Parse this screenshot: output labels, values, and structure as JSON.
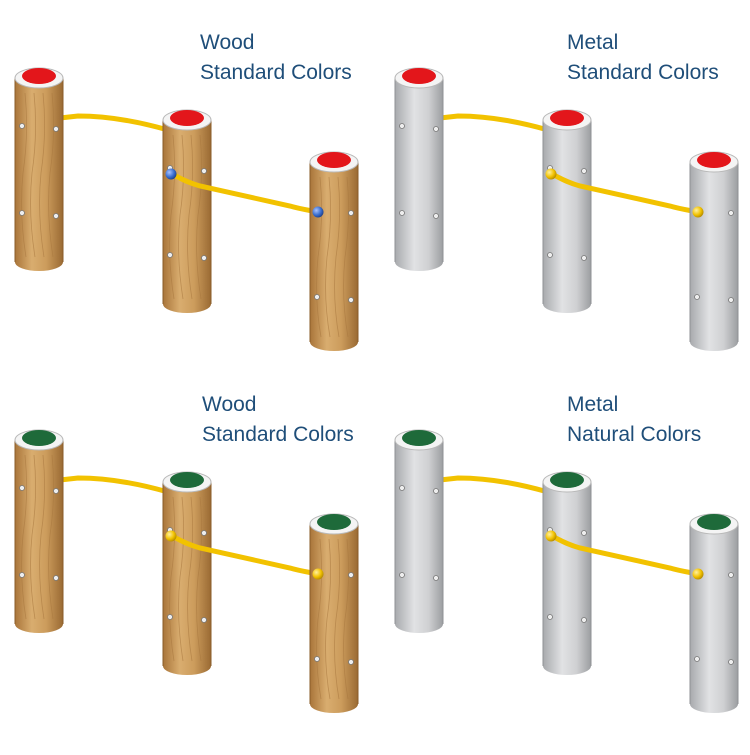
{
  "panels": [
    {
      "line1": "Wood",
      "line2": "Standard Colors",
      "material": "wood",
      "cap_color": "#e3161b",
      "balls": "blue"
    },
    {
      "line1": "Metal",
      "line2": "Standard Colors",
      "material": "metal",
      "cap_color": "#e3161b",
      "balls": "yellow"
    },
    {
      "line1": "Wood",
      "line2": "Standard Colors",
      "material": "wood",
      "cap_color": "#1e6a3a",
      "balls": "yellow"
    },
    {
      "line1": "Metal",
      "line2": "Natural Colors",
      "material": "metal",
      "cap_color": "#1e6a3a",
      "balls": "yellow"
    }
  ],
  "colors": {
    "caption_text": "#1f4e79",
    "rail": "#f2c200",
    "wood": "#c89a5c",
    "metal": "#c9cacc",
    "blue_ball": "#3b6fd0"
  }
}
